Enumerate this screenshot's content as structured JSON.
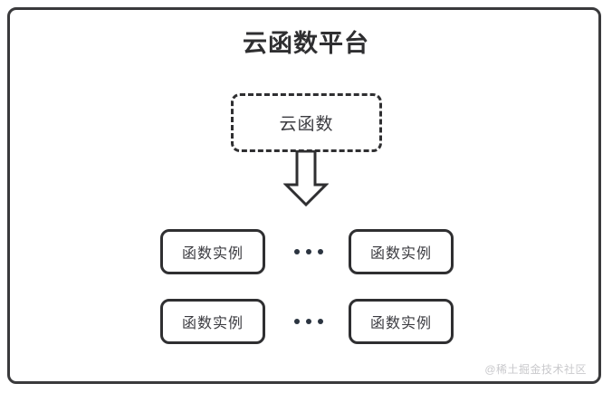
{
  "diagram": {
    "title": "云函数平台",
    "cloud_function": {
      "label": "云函数",
      "border_style": "dashed"
    },
    "arrow": {
      "name": "down-arrow",
      "direction": "down",
      "style": "hollow-outline"
    },
    "instance_rows": [
      {
        "left": {
          "label": "函数实例"
        },
        "ellipsis": "•••",
        "right": {
          "label": "函数实例"
        }
      },
      {
        "left": {
          "label": "函数实例"
        },
        "ellipsis": "•••",
        "right": {
          "label": "函数实例"
        }
      }
    ],
    "watermark": "@稀土掘金技术社区",
    "colors": {
      "stroke": "#2f2f31",
      "frame": "#3a3a3c",
      "text": "#3b3b40",
      "title": "#2f2f31",
      "dot": "#2b3440",
      "watermark": "#c9c9cc",
      "background": "#ffffff"
    }
  }
}
